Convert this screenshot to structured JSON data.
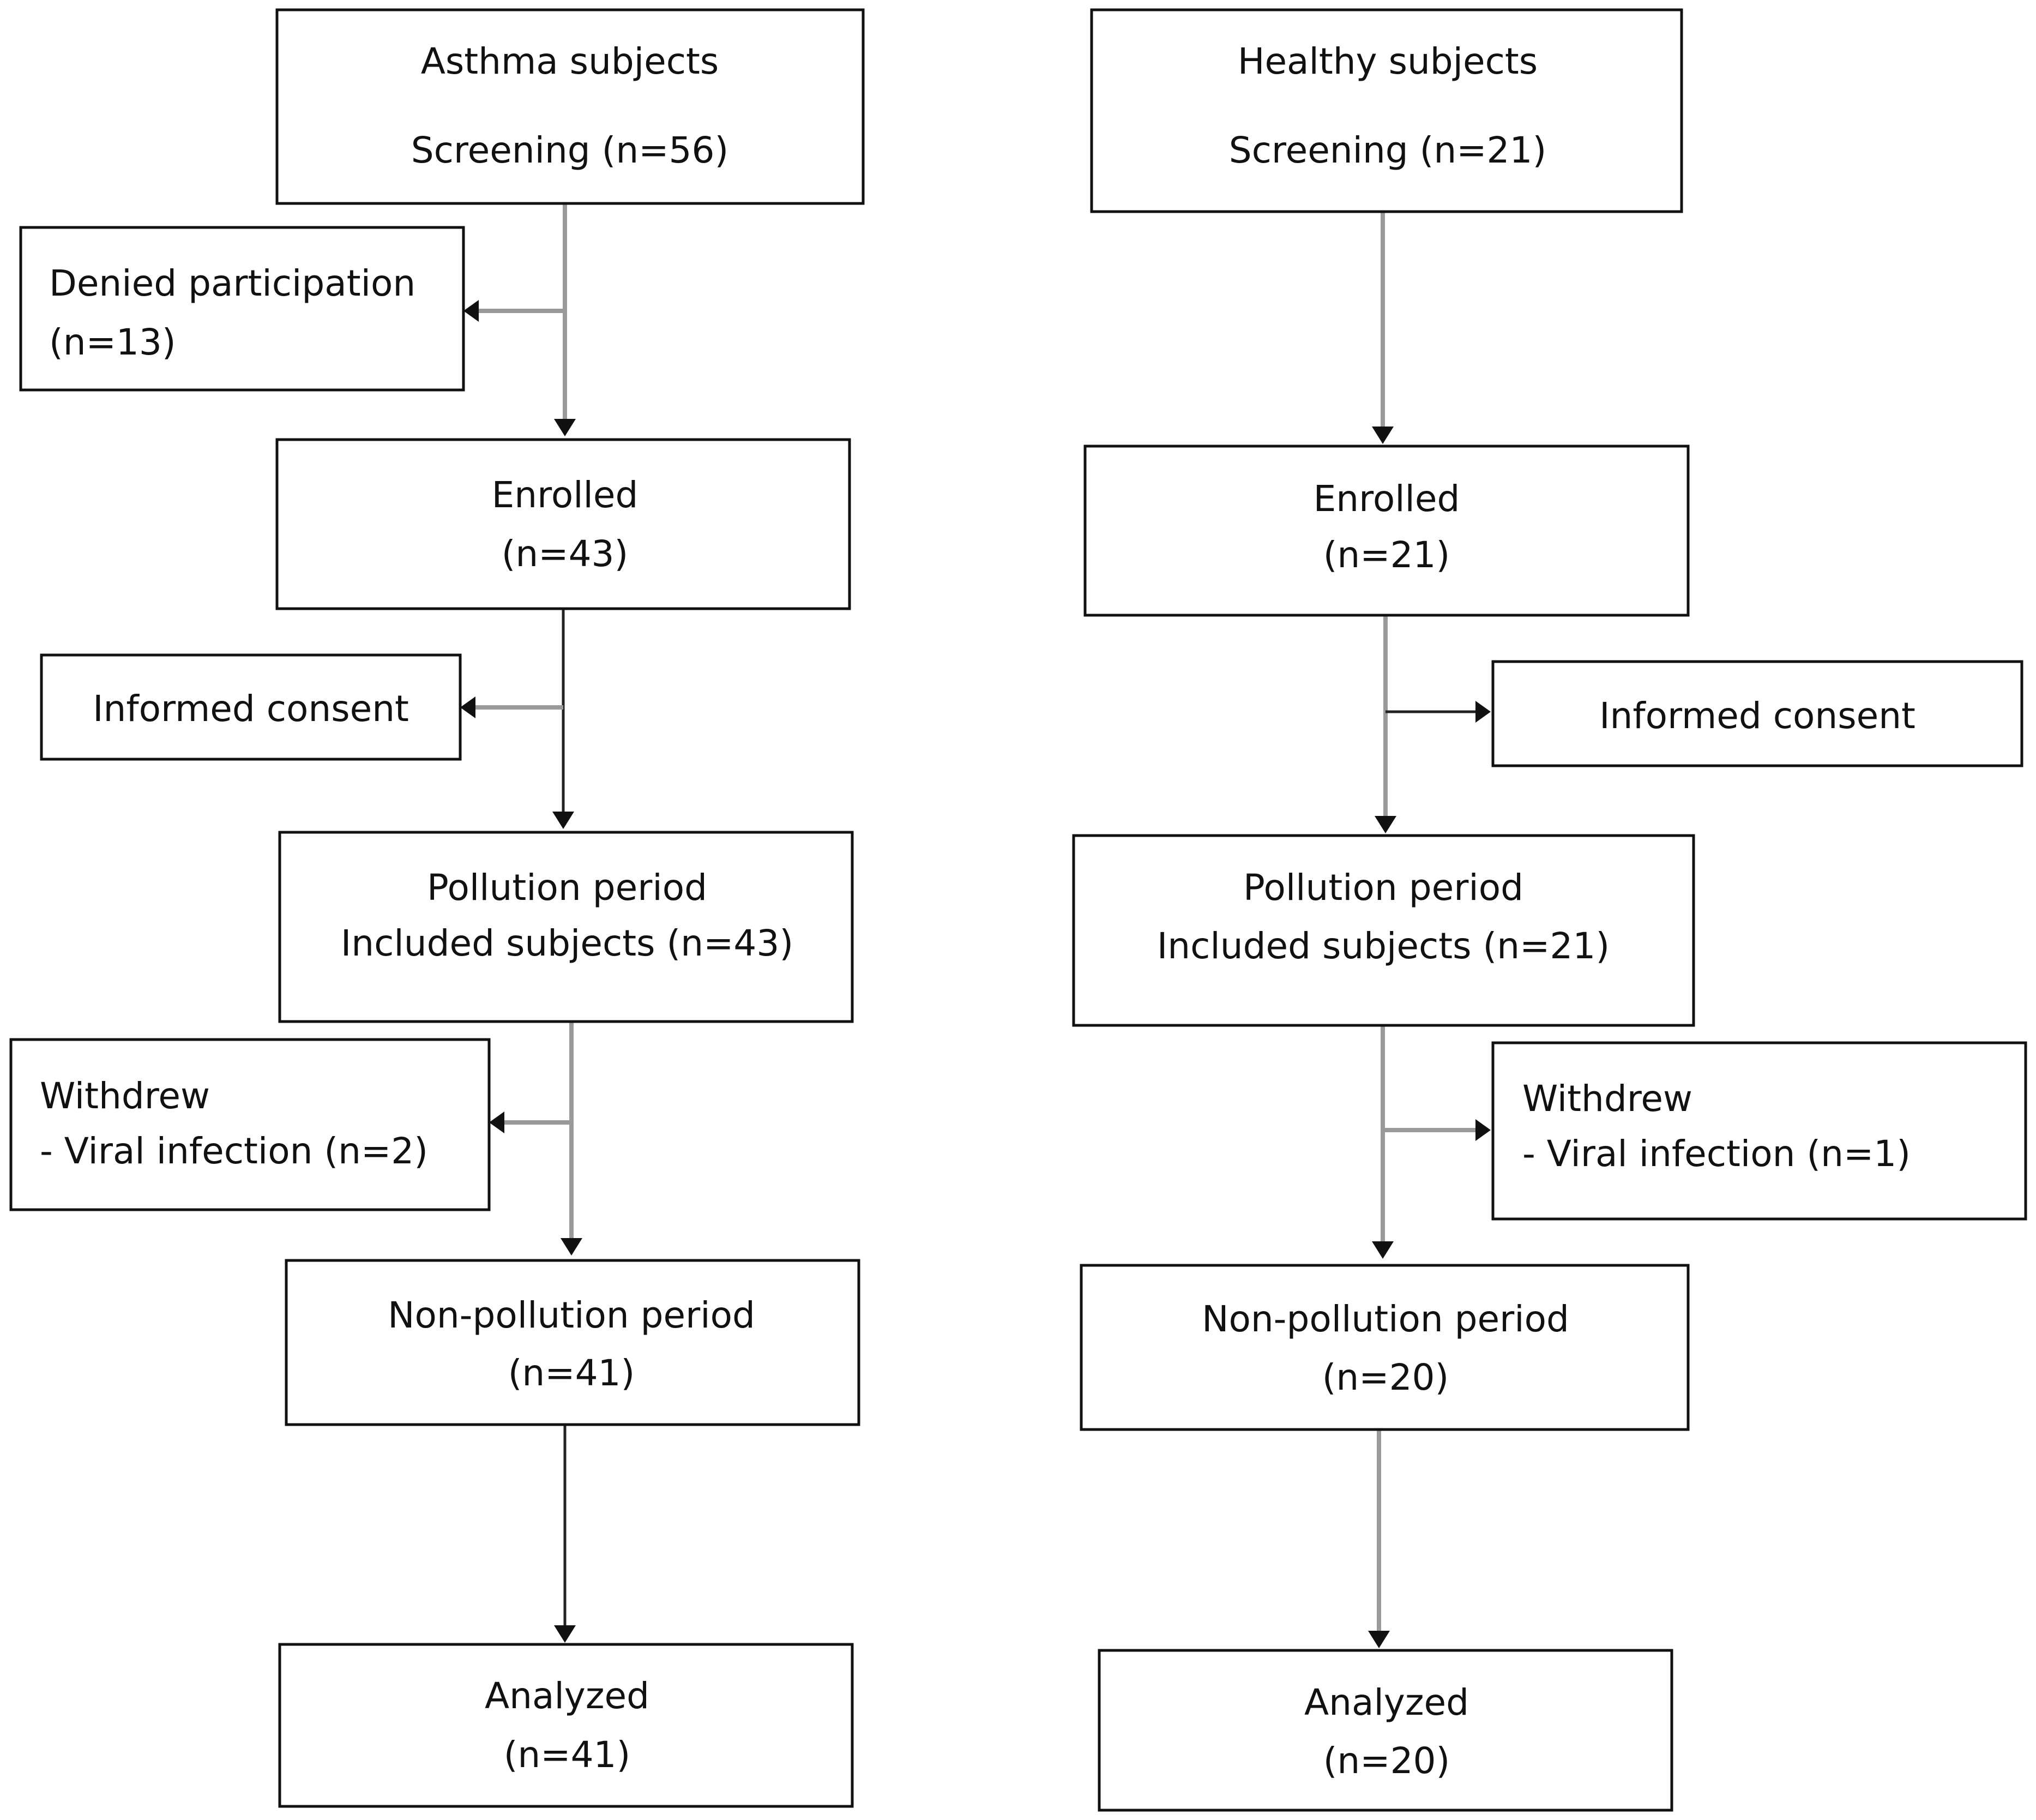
{
  "asthma": {
    "screening": {
      "title": "Asthma subjects",
      "text": "Screening (n=56)"
    },
    "denied": {
      "line1": "Denied participation",
      "line2": "(n=13)"
    },
    "enrolled": {
      "line1": "Enrolled",
      "line2": "(n=43)"
    },
    "consent": {
      "text": "Informed consent"
    },
    "pollution": {
      "line1": "Pollution period",
      "line2": "Included subjects (n=43)"
    },
    "withdrew": {
      "line1": "Withdrew",
      "line2": "- Viral infection (n=2)"
    },
    "nonpollution": {
      "line1": "Non-pollution period",
      "line2": "(n=41)"
    },
    "analyzed": {
      "line1": "Analyzed",
      "line2": "(n=41)"
    }
  },
  "healthy": {
    "screening": {
      "title": "Healthy subjects",
      "text": "Screening (n=21)"
    },
    "enrolled": {
      "line1": "Enrolled",
      "line2": "(n=21)"
    },
    "consent": {
      "text": "Informed consent"
    },
    "pollution": {
      "line1": "Pollution period",
      "line2": "Included subjects (n=21)"
    },
    "withdrew": {
      "line1": "Withdrew",
      "line2": "- Viral infection (n=1)"
    },
    "nonpollution": {
      "line1": "Non-pollution period",
      "line2": "(n=20)"
    },
    "analyzed": {
      "line1": "Analyzed",
      "line2": "(n=20)"
    }
  }
}
